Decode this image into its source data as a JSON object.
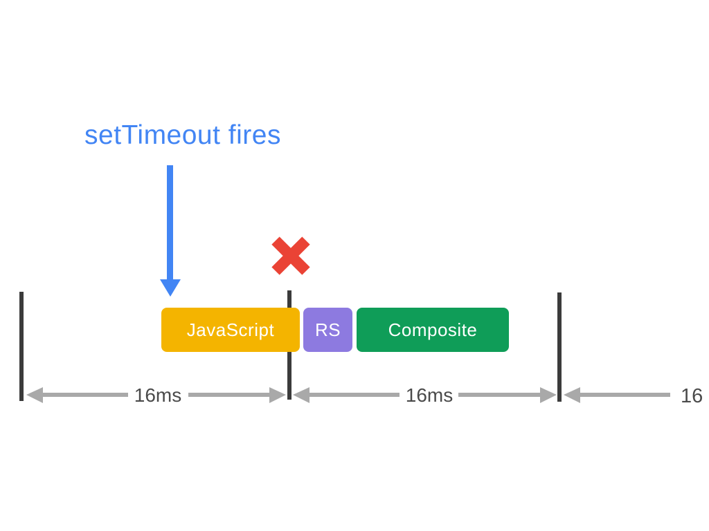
{
  "annotation": {
    "label": "setTimeout fires"
  },
  "tasks": [
    {
      "label": "JavaScript",
      "color": "#F4B400"
    },
    {
      "label": "RS",
      "color": "#8D7AE0"
    },
    {
      "label": "Composite",
      "color": "#0F9D58"
    }
  ],
  "timeline": {
    "labels": [
      "16ms",
      "16ms",
      "16"
    ],
    "frame_boundary_count": 3
  },
  "icons": {
    "down_arrow": "settimeout-down-arrow",
    "x_mark": "missed-frame-x"
  },
  "colors": {
    "annotation_blue": "#4285F4",
    "missed_frame_red": "#EA4335",
    "frame_boundary": "#3B3B3B",
    "measure_gray": "#A9A9A9",
    "measure_text": "#4A4A4A",
    "background": "#FFFFFF"
  }
}
